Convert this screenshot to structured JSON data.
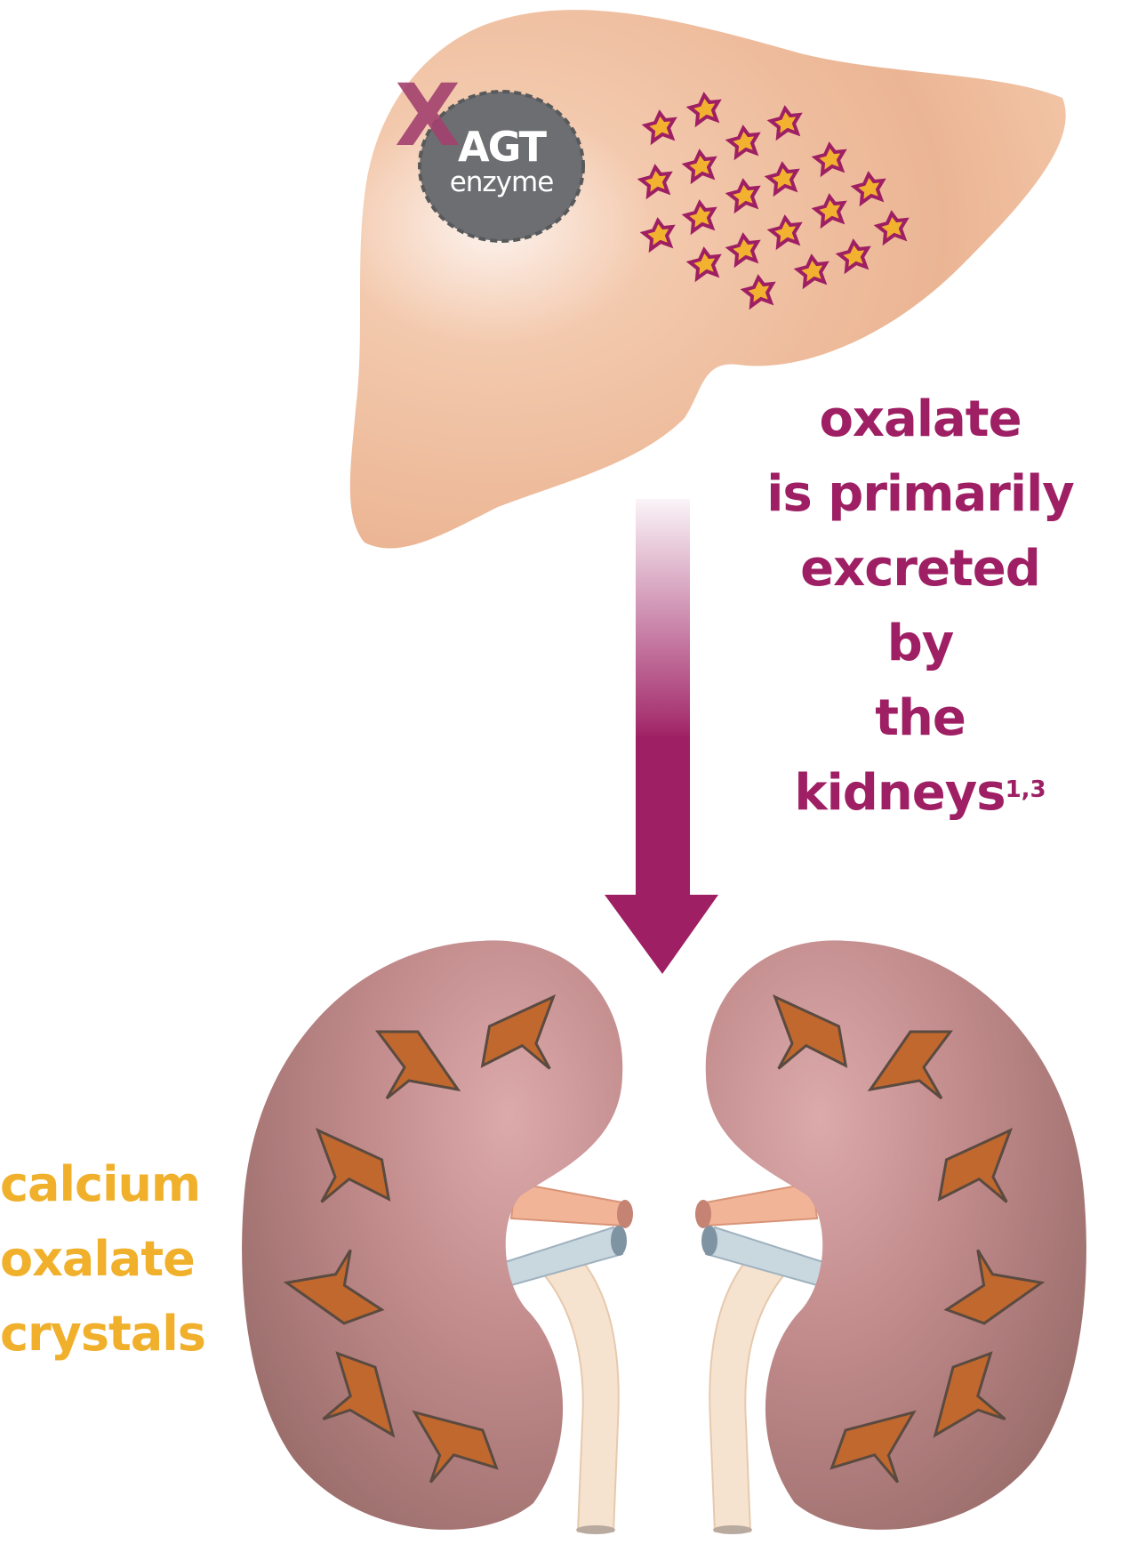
{
  "liver": {
    "enzyme_name": "AGT",
    "enzyme_word": "enzyme",
    "missing_mark": "X"
  },
  "excretion_label": {
    "lines": [
      "oxalate",
      "is primarily",
      "excreted by",
      "the kidneys"
    ],
    "superscript": "1,3"
  },
  "crystal_label": {
    "lines": [
      "calcium",
      "oxalate",
      "crystals"
    ]
  },
  "colors": {
    "magenta": "#9e1f63",
    "gold": "#f0b02c",
    "liver": "#f0c0a0",
    "kidney": "#b98283",
    "crystal": "#c0682e"
  }
}
